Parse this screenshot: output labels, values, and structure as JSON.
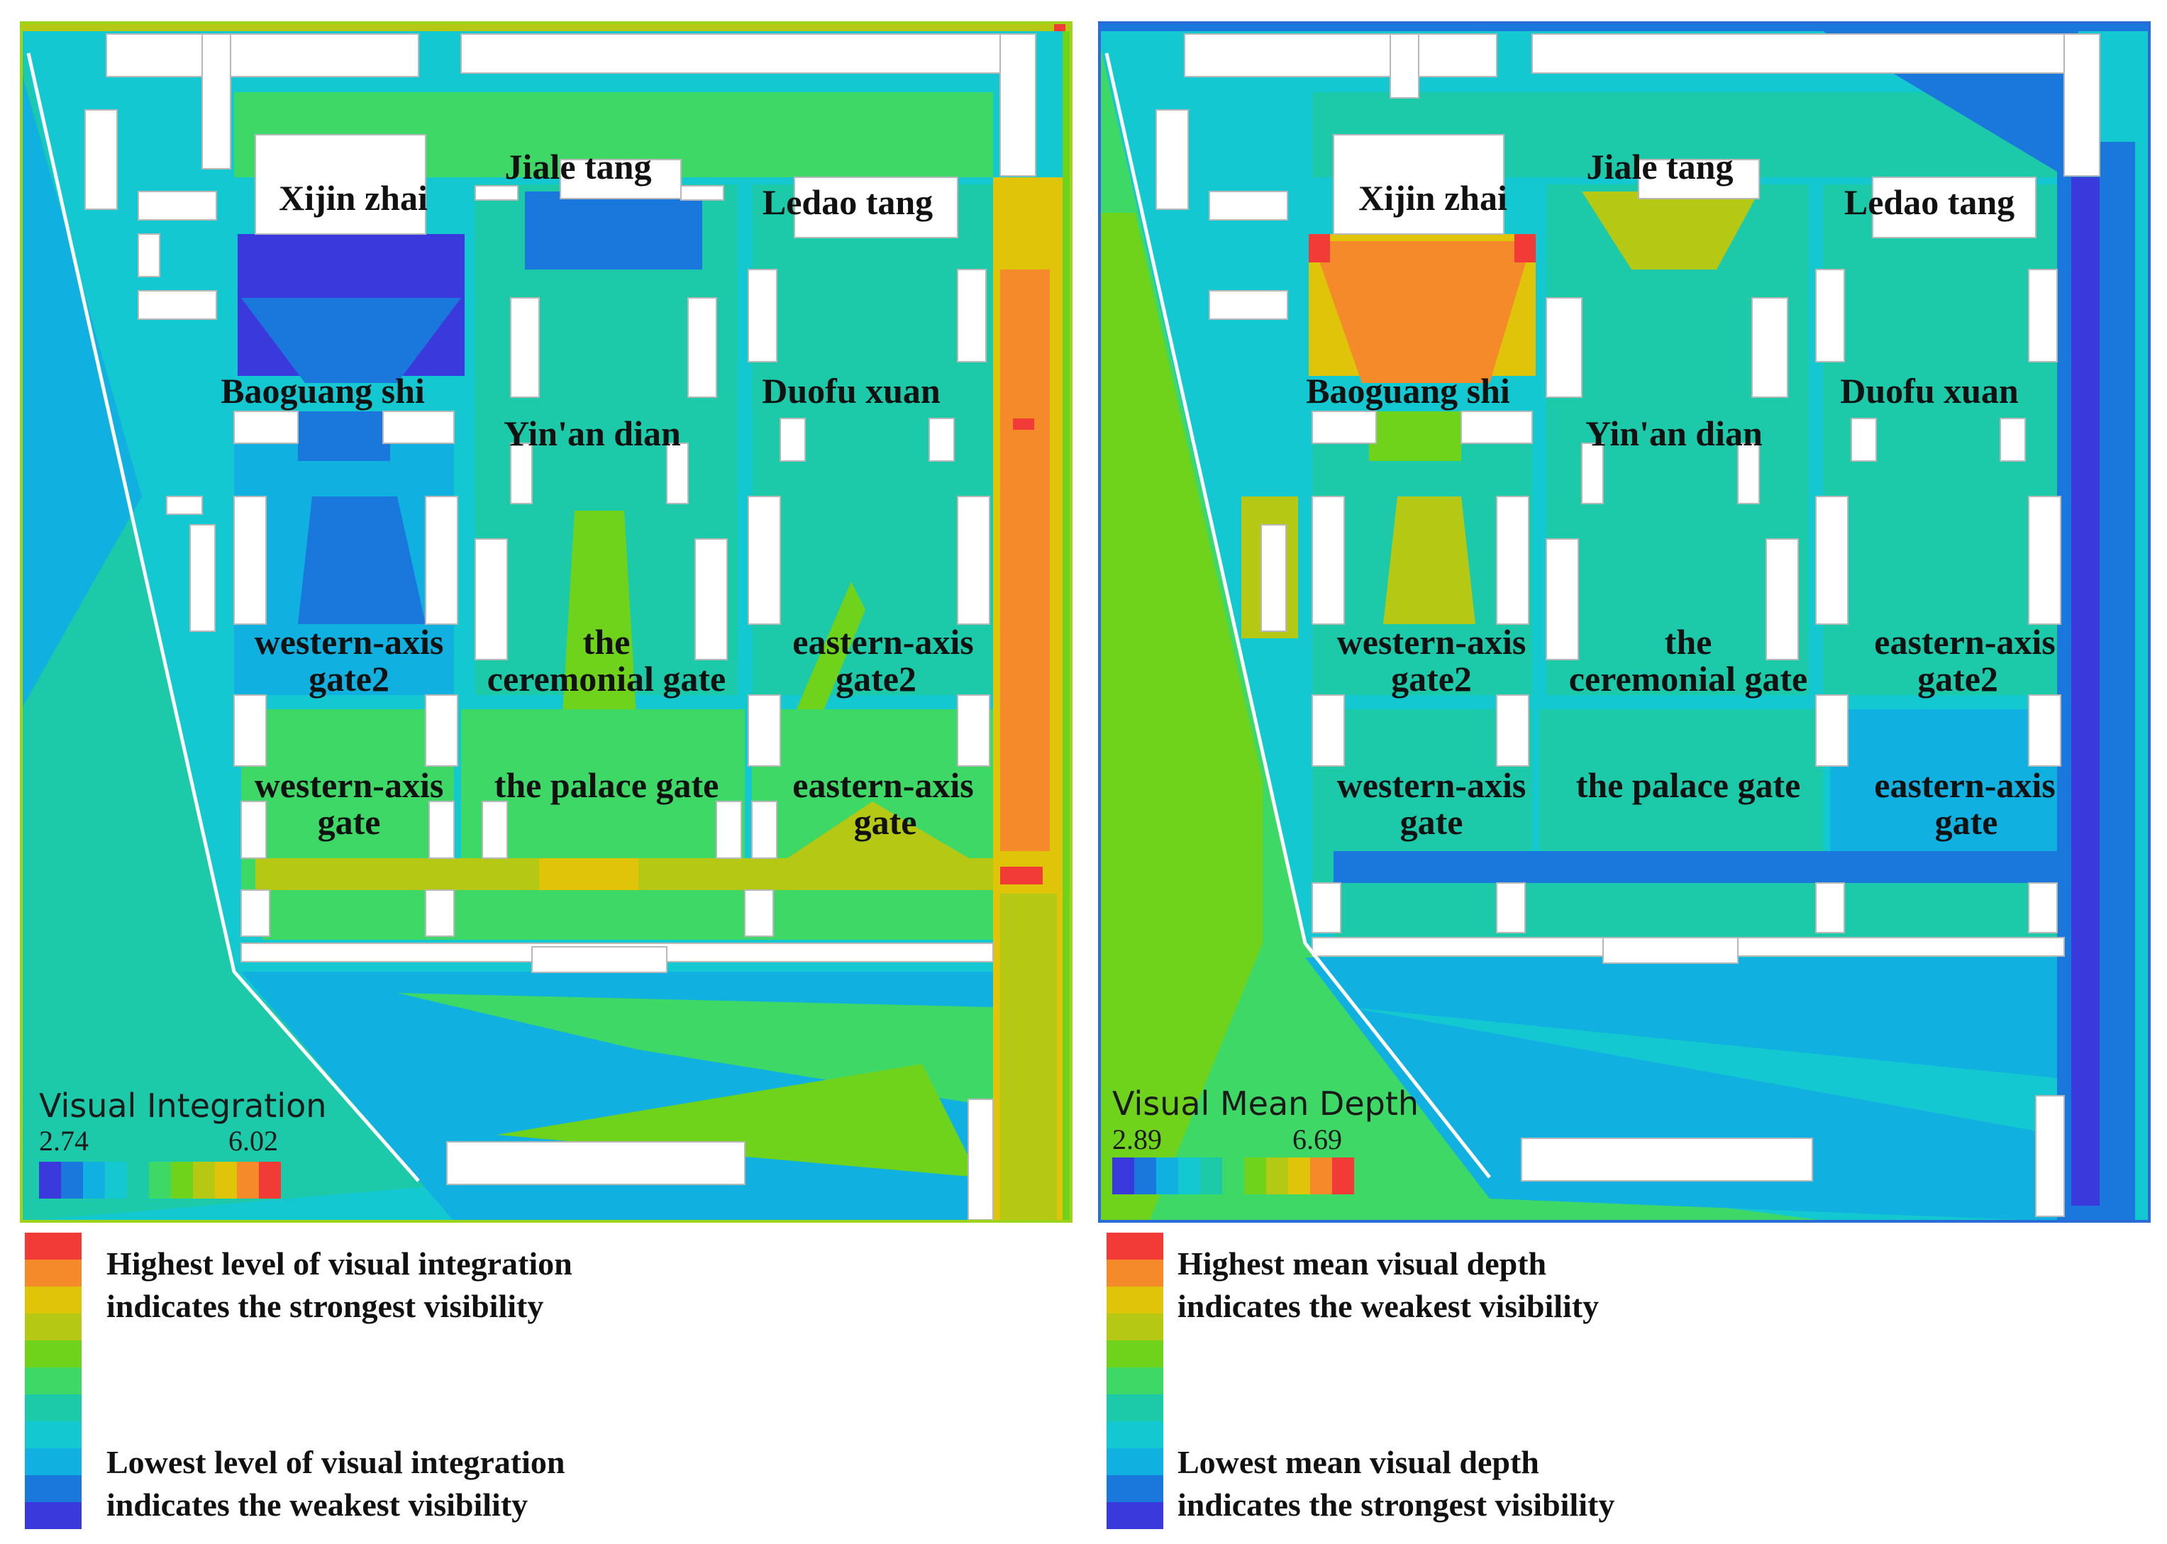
{
  "palette": [
    "#3a3adc",
    "#1a78dc",
    "#10b0e0",
    "#14c8d2",
    "#1cc9a8",
    "#3ed866",
    "#6fd31c",
    "#b4c814",
    "#e0c40a",
    "#f48a2a",
    "#f23a36"
  ],
  "left_map": {
    "legend_title": "Visual Integration",
    "min_label": "2.74",
    "max_label": "6.02",
    "labels": {
      "xijin": "Xijin zhai",
      "jiale": "Jiale tang",
      "ledao": "Ledao tang",
      "baoguang": "Baoguang shi",
      "duofu": "Duofu xuan",
      "yinan": "Yin'an dian",
      "wag2_a": "western-axis",
      "wag2_b": "gate2",
      "cg_a": "the",
      "cg_b": "ceremonial gate",
      "eag2_a": "eastern-axis",
      "eag2_b": "gate2",
      "wag_a": "western-axis",
      "wag_b": "gate",
      "palace": "the palace gate",
      "eag_a": "eastern-axis",
      "eag_b": "gate"
    }
  },
  "right_map": {
    "legend_title": "Visual Mean Depth",
    "min_label": "2.89",
    "max_label": "6.69",
    "labels": {
      "xijin": "Xijin zhai",
      "jiale": "Jiale tang",
      "ledao": "Ledao tang",
      "baoguang": "Baoguang shi",
      "duofu": "Duofu xuan",
      "yinan": "Yin'an dian",
      "wag2_a": "western-axis",
      "wag2_b": "gate2",
      "cg_a": "the",
      "cg_b": "ceremonial gate",
      "eag2_a": "eastern-axis",
      "eag2_b": "gate2",
      "wag_a": "western-axis",
      "wag_b": "gate",
      "palace": "the palace gate",
      "eag_a": "eastern-axis",
      "eag_b": "gate"
    }
  },
  "left_key": {
    "high_line1": "Highest level of visual integration",
    "high_line2": "indicates the strongest visibility",
    "low_line1": "Lowest level of visual integration",
    "low_line2": "indicates the weakest visibility"
  },
  "right_key": {
    "high_line1": "Highest mean visual depth",
    "high_line2": "indicates the weakest visibility",
    "low_line1": "Lowest mean visual depth",
    "low_line2": "indicates the strongest visibility"
  }
}
